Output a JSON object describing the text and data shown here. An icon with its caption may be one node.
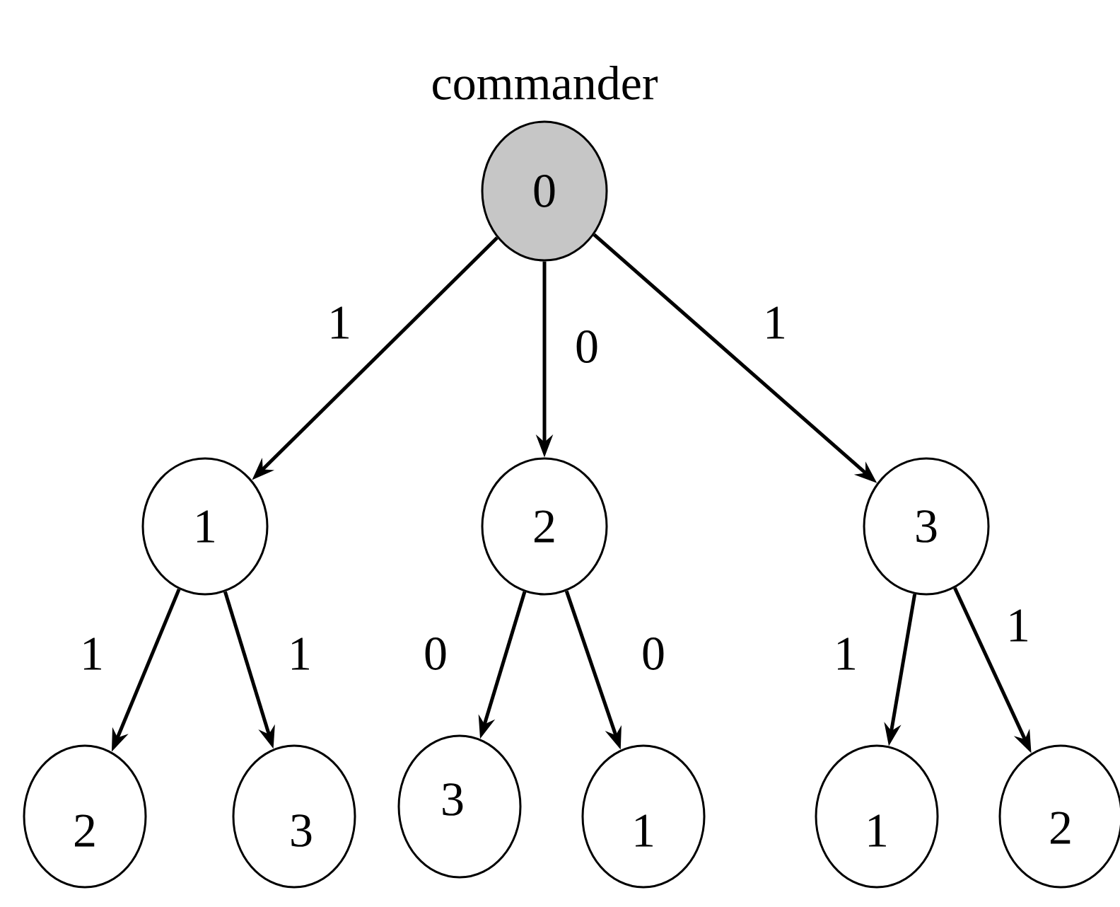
{
  "diagram": {
    "nodes": [
      {
        "text": [
          "0"
        ],
        "beside": [
          "commander"
        ]
      },
      {
        "text": [
          "1"
        ]
      },
      {
        "text": [
          "2"
        ]
      },
      {
        "text": [
          "3"
        ]
      },
      {
        "text": [
          "2"
        ]
      },
      {
        "text": [
          "3"
        ]
      },
      {
        "text": [
          "3"
        ]
      },
      {
        "text": [
          "1"
        ]
      },
      {
        "text": [
          "1"
        ]
      },
      {
        "text": [
          "2"
        ]
      }
    ],
    "edges": [
      {
        "from": 0,
        "to": 1,
        "arrow": "to",
        "label": "1"
      },
      {
        "from": 0,
        "to": 2,
        "arrow": "to",
        "label": "0"
      },
      {
        "from": 0,
        "to": 3,
        "arrow": "to",
        "label": "1"
      },
      {
        "from": 1,
        "to": 4,
        "arrow": "to",
        "label": "1"
      },
      {
        "from": 1,
        "to": 5,
        "arrow": "to",
        "label": "1"
      },
      {
        "from": 2,
        "to": 6,
        "arrow": "to",
        "label": "0"
      },
      {
        "from": 2,
        "to": 7,
        "arrow": "to",
        "label": "0"
      },
      {
        "from": 3,
        "to": 8,
        "arrow": "to",
        "label": "1"
      },
      {
        "from": 3,
        "to": 9,
        "arrow": "to",
        "label": "1"
      }
    ]
  }
}
